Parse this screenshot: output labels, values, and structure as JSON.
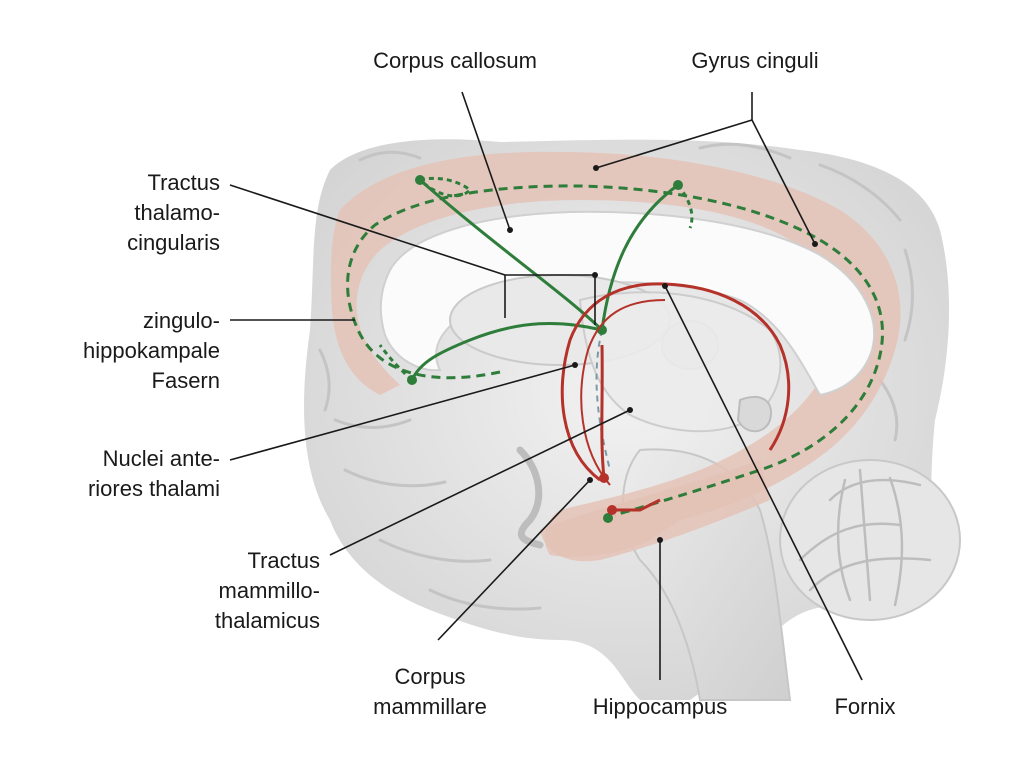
{
  "labels": {
    "corpus_callosum": "Corpus callosum",
    "gyrus_cinguli": "Gyrus cinguli",
    "tractus_thalamo_cingularis": "Tractus\nthalamo-\ncingularis",
    "zingulo_hippokampale_fasern": "zingulo-\nhippokampale\nFasern",
    "nuclei_anteriores_thalami": "Nuclei ante-\nriores thalami",
    "tractus_mammillo_thalamicus": "Tractus\nmammillo-\nthalamicus",
    "corpus_mammillare": "Corpus\nmammillare",
    "hippocampus": "Hippocampus",
    "fornix": "Fornix"
  },
  "colors": {
    "cingulate_band": "#e4c2b6",
    "pathway_green": "#2e7d3a",
    "pathway_red": "#b5322a",
    "brain_tissue": "#e2e2e2",
    "leader_line": "#1a1a1a"
  }
}
